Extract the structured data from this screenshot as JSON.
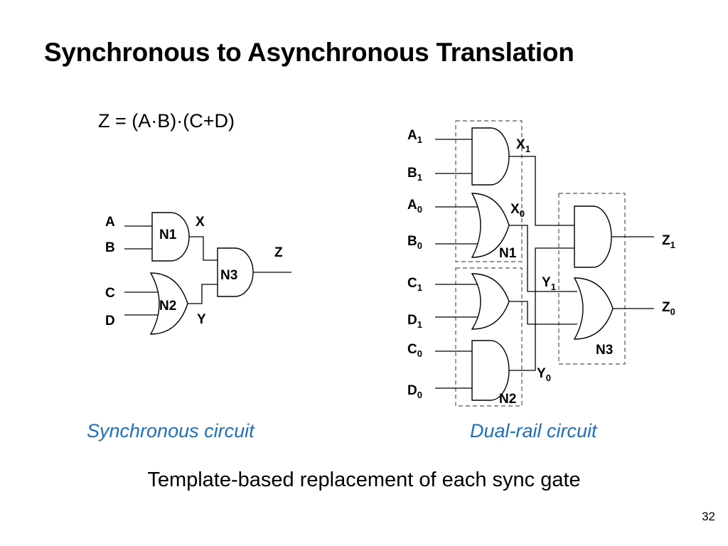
{
  "title": "Synchronous to Asynchronous Translation",
  "equation": "Z = (A·B)·(C+D)",
  "sync_circuit": {
    "caption": "Synchronous circuit",
    "inputs": {
      "a": "A",
      "b": "B",
      "c": "C",
      "d": "D"
    },
    "wires": {
      "x": "X",
      "y": "Y",
      "z": "Z"
    },
    "gates": {
      "n1": "N1",
      "n2": "N2",
      "n3": "N3"
    }
  },
  "dual_rail_circuit": {
    "caption": "Dual-rail circuit",
    "inputs": {
      "a1": {
        "base": "A",
        "sub": "1"
      },
      "b1": {
        "base": "B",
        "sub": "1"
      },
      "a0": {
        "base": "A",
        "sub": "0"
      },
      "b0": {
        "base": "B",
        "sub": "0"
      },
      "c1": {
        "base": "C",
        "sub": "1"
      },
      "d1": {
        "base": "D",
        "sub": "1"
      },
      "c0": {
        "base": "C",
        "sub": "0"
      },
      "d0": {
        "base": "D",
        "sub": "0"
      }
    },
    "wires": {
      "x1": {
        "base": "X",
        "sub": "1"
      },
      "x0": {
        "base": "X",
        "sub": "0"
      },
      "y1": {
        "base": "Y",
        "sub": "1"
      },
      "y0": {
        "base": "Y",
        "sub": "0"
      },
      "z1": {
        "base": "Z",
        "sub": "1"
      },
      "z0": {
        "base": "Z",
        "sub": "0"
      }
    },
    "gates": {
      "n1": "N1",
      "n2": "N2",
      "n3": "N3"
    }
  },
  "subtitle": "Template-based replacement of each sync gate",
  "page_number": "32"
}
